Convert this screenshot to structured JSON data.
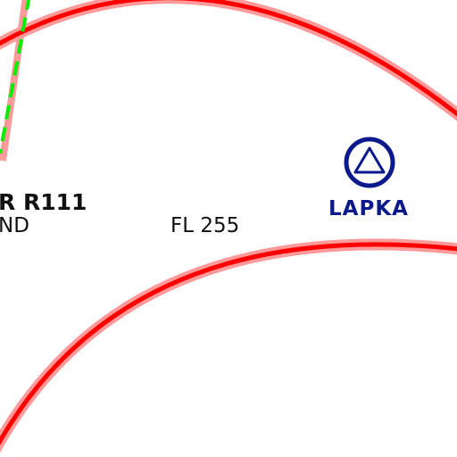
{
  "map": {
    "colors": {
      "restricted_boundary": "#ff0000",
      "restricted_halo": "#ff9a9a",
      "route_line": "#00ee00",
      "waypoint": "#0a1a8c",
      "text": "#111111",
      "background": "#ffffff"
    },
    "airspace": {
      "name": "R R111",
      "lower_limit": "ND",
      "upper_limit": "FL 255"
    },
    "waypoint": {
      "name": "LAPKA",
      "icon": "vor-triangle-icon"
    }
  }
}
